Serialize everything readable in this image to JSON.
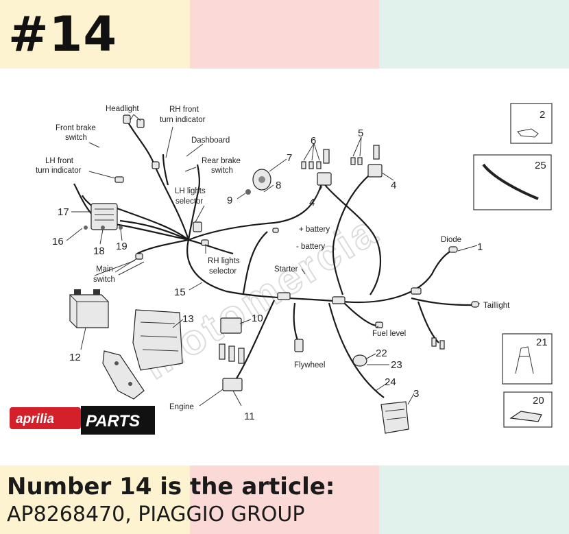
{
  "header": {
    "number": "#14"
  },
  "diagram": {
    "watermark": "motomercia",
    "labels": {
      "headlight": "Headlight",
      "rh_front_1": "RH front",
      "rh_front_2": "turn indicator",
      "front_brake_1": "Front brake",
      "front_brake_2": "switch",
      "dashboard": "Dashboard",
      "lh_front_1": "LH front",
      "lh_front_2": "turn indicator",
      "rear_brake_1": "Rear brake",
      "rear_brake_2": "switch",
      "lh_lights_1": "LH lights",
      "lh_lights_2": "selector",
      "main_switch_1": "Main",
      "main_switch_2": "switch",
      "rh_lights_1": "RH lights",
      "rh_lights_2": "selector",
      "battery_plus": "+ battery",
      "battery_minus": "- battery",
      "starter": "Starter",
      "diode": "Diode",
      "taillight": "Taillight",
      "fuel_level": "Fuel level",
      "flywheel": "Flywheel",
      "engine": "Engine"
    },
    "numbers": {
      "n1": "1",
      "n2": "2",
      "n3": "3",
      "n4a": "4",
      "n4b": "4",
      "n5": "5",
      "n6": "6",
      "n7": "7",
      "n8": "8",
      "n9": "9",
      "n10": "10",
      "n11": "11",
      "n12": "12",
      "n13": "13",
      "n15": "15",
      "n16": "16",
      "n17": "17",
      "n18": "18",
      "n19": "19",
      "n20": "20",
      "n21": "21",
      "n22": "22",
      "n23": "23",
      "n24": "24",
      "n25": "25"
    },
    "logo": {
      "brand": "aprilia",
      "parts": "PARTS"
    }
  },
  "caption": {
    "line1": "Number 14 is the article:",
    "line2": "AP8268470, PIAGGIO GROUP"
  },
  "colors": {
    "band_yellow": "#fdf3d0",
    "band_pink": "#fbd9d7",
    "band_green": "#e1f2ec",
    "logo_red": "#d4202a"
  }
}
